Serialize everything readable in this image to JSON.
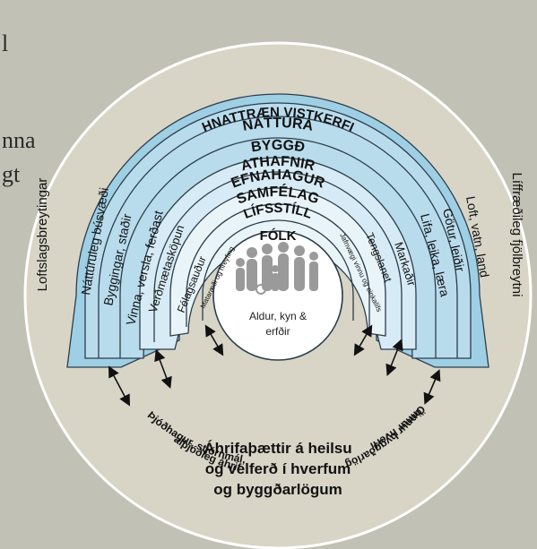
{
  "background_fragments": [
    "l",
    "nna",
    "gt"
  ],
  "outer_title": "HNATTRÆN VISTKERFI",
  "side_left": "Loftslagsbreytingar",
  "side_right": "Líffræðileg fjölbreytni",
  "rings": [
    "NÁTTÚRA",
    "BYGGÐ",
    "ATHAFNIR",
    "EFNAHAGUR",
    "SAMFÉLAG",
    "LÍFSSTÍLL"
  ],
  "center_title": "FÓLK",
  "center_text": [
    "Aldur, kyn &",
    "erfðir"
  ],
  "left_labels": [
    "Náttúruleg búsvæði",
    "Byggingar, staðir",
    "Vinna, versla, ferðast",
    "Verðmætasköpun",
    "Félagsauður",
    "Mataræði og hreyfing"
  ],
  "right_labels": [
    "Loft, vatn, land",
    "Götur, leiðir",
    "Lifa, leika, læra",
    "Markaðir",
    "Tengslanet",
    "Jafnvægi vinnu og einkalífs"
  ],
  "bottom_left_curve": [
    "Þjóðhagur, stjórnmál,",
    "alþjóðleg áhrif"
  ],
  "bottom_right_curve": [
    "Önnur hverfi",
    "önnur byggðarlög"
  ],
  "bottom_text": [
    "Áhrifaþættir á heilsu",
    "og velferð í hverfum",
    "og byggðarlögum"
  ],
  "colors": {
    "outer_disc": "#d8d5c7",
    "band_dark": "#9fcfe4",
    "band_mid": "#b9dced",
    "band_light": "#d6ebf5",
    "band_pale": "#e9f4f9",
    "stroke": "#2c3e4a"
  }
}
